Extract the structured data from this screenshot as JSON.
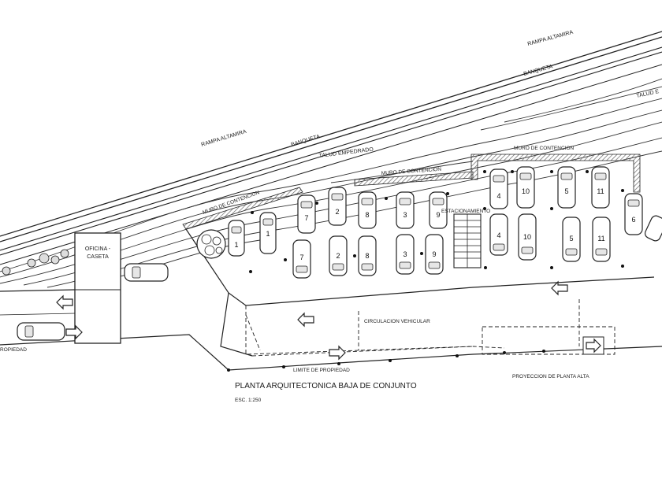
{
  "colors": {
    "ink": "#222222",
    "paper": "#ffffff",
    "hatch": "#777777"
  },
  "labels": {
    "rampa_altamira_top": "RAMPA ALTAMIRA",
    "banqueta_top": "BANQUETA",
    "talud_right": "TALUD E",
    "rampa_altamira_left": "RAMPA ALTAMIRA",
    "banqueta_mid": "BANQUETA",
    "talud_empedrado": "TALUD EMPEDRADO",
    "muro_contencion_1": "MURO DE CONTENCION",
    "muro_contencion_2": "MURO DE CONTENCION",
    "muro_contencion_3": "MURO DE CONTENCION",
    "estacionamiento": "ESTACIONAMIENTO",
    "oficina": "OFICINA -",
    "caseta": "CASETA",
    "circulacion": "CIRCULACION VEHICULAR",
    "limite_propiedad": "LIMITE DE PROPIEDAD",
    "propiedad_left": "ROPIEDAD",
    "proyeccion": "PROYECCION DE PLANTA ALTA",
    "title": "PLANTA ARQUITECTONICA BAJA DE CONJUNTO",
    "scale": "ESC. 1:250"
  },
  "parking_numbers": {
    "top_row": [
      "1",
      "1",
      "7",
      "2",
      "8",
      "3",
      "9",
      "4",
      "10",
      "5",
      "11",
      "6"
    ],
    "bottom_row": [
      "7",
      "2",
      "8",
      "3",
      "9",
      "4",
      "10",
      "5",
      "11"
    ]
  },
  "icons": [
    "tree-icon",
    "car-icon",
    "arrow-left-icon",
    "arrow-right-icon",
    "stair-icon",
    "shrub-icon"
  ]
}
